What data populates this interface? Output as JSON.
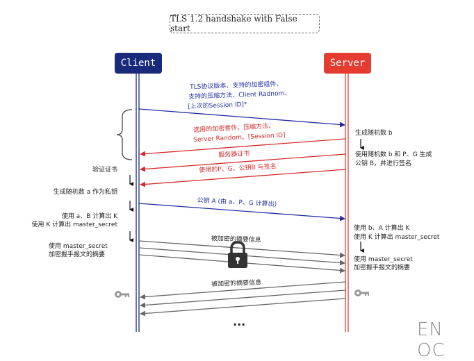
{
  "title": "TLS 1.2 handshake with False start",
  "actors": {
    "client": "Client",
    "server": "Server"
  },
  "colors": {
    "client": "#1a2a7a",
    "server": "#e53b30",
    "client_msg": "#1f2fa0",
    "server_msg": "#d32a2a",
    "encrypted_msg": "#666666"
  },
  "messages": {
    "client_hello_1": "TLS协议版本、支持的加密组件、",
    "client_hello_2": "支持的压缩方法、Client Radnom、",
    "client_hello_3": "[上次的Session ID]*",
    "server_hello_1": "选用的加密套件、压缩方法、",
    "server_hello_2": "Server Random、[Session ID]",
    "certificate": "服务器证书",
    "server_key": "使用的P、G、公钥B 与签名",
    "client_key": "公钥 A (由 a、P、G 计算出)",
    "encrypted_digest_1": "被加密的摘要信息",
    "encrypted_digest_2": "被加密的摘要信息"
  },
  "client_notes": {
    "verify_cert": "验证证书",
    "gen_random": "生成随机数 a 作为私钥",
    "calc_k": "使用 a、B 计算出 K",
    "calc_secret": "使用 K 计算出 master_secret",
    "use_secret": "使用 master_secret",
    "encrypt_digest": "加密握手报文的摘要"
  },
  "server_notes": {
    "gen_random": "生成随机数 b",
    "sign_1": "使用随机数 b 和 P、G 生成",
    "sign_2": "公钥 B，并进行签名",
    "calc_k": "使用 b、A 计算出 K",
    "calc_secret": "使用 K 计算出 master_secret",
    "use_secret": "使用 master_secret",
    "encrypt_digest": "加密握手报文的摘要"
  },
  "ellipsis": "...",
  "watermark": "EN OC",
  "icons": {
    "lock": "lock-icon",
    "client_key": "key-icon",
    "server_key": "key-icon"
  }
}
